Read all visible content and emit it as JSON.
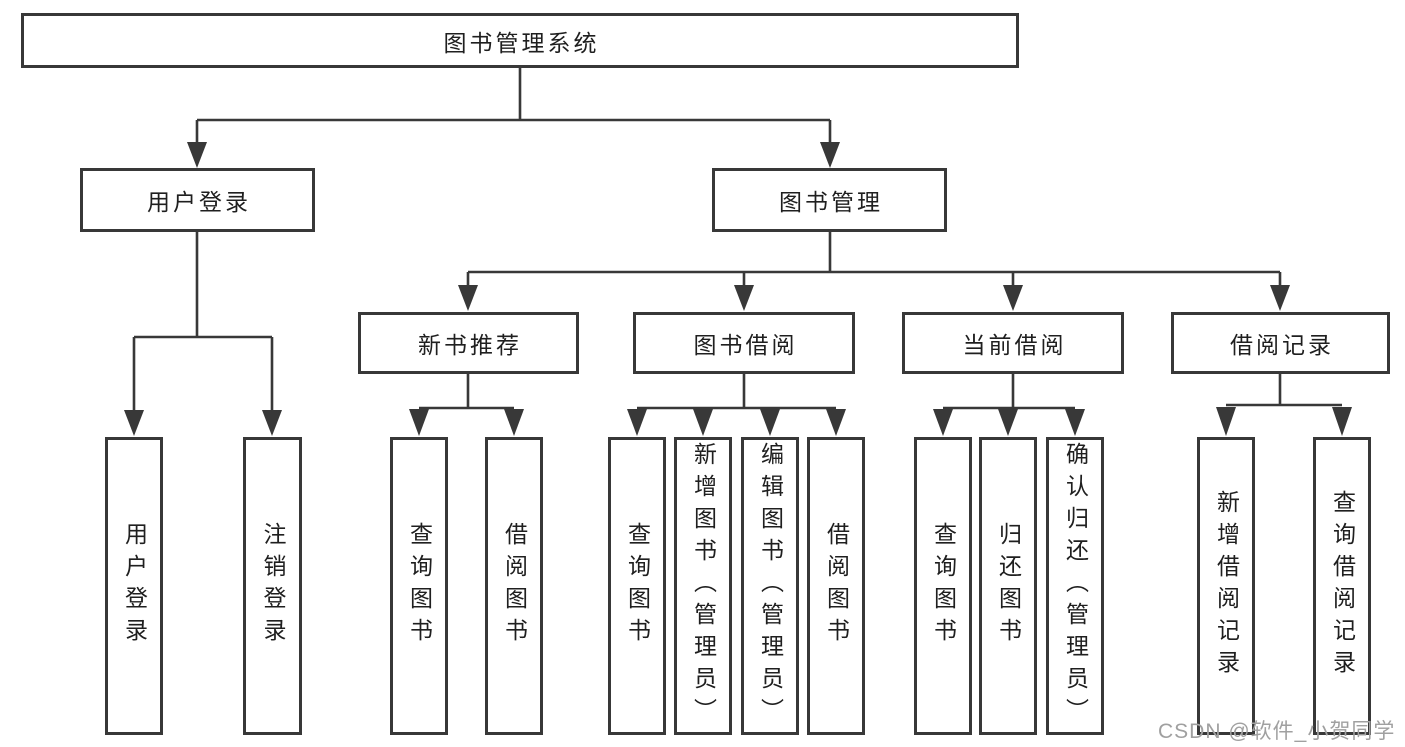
{
  "page": {
    "watermark": "CSDN @软件_小贺同学",
    "colors": {
      "background": "#ffffff",
      "line": "#383838",
      "box_border": "#383838",
      "text": "#1f1f1f",
      "watermark": "#a0a0a0"
    }
  },
  "tree": {
    "label": "图书管理系统",
    "children": [
      {
        "label": "用户登录",
        "children": [
          {
            "label": "用户登录"
          },
          {
            "label": "注销登录"
          }
        ]
      },
      {
        "label": "图书管理",
        "children": [
          {
            "label": "新书推荐",
            "children": [
              {
                "label": "查询图书"
              },
              {
                "label": "借阅图书"
              }
            ]
          },
          {
            "label": "图书借阅",
            "children": [
              {
                "label": "查询图书"
              },
              {
                "label": "新增图书（管理员）"
              },
              {
                "label": "编辑图书（管理员）"
              },
              {
                "label": "借阅图书"
              }
            ]
          },
          {
            "label": "当前借阅",
            "children": [
              {
                "label": "查询图书"
              },
              {
                "label": "归还图书"
              },
              {
                "label": "确认归还（管理员）"
              }
            ]
          },
          {
            "label": "借阅记录",
            "children": [
              {
                "label": "新增借阅记录"
              },
              {
                "label": "查询借阅记录"
              }
            ]
          }
        ]
      }
    ]
  }
}
